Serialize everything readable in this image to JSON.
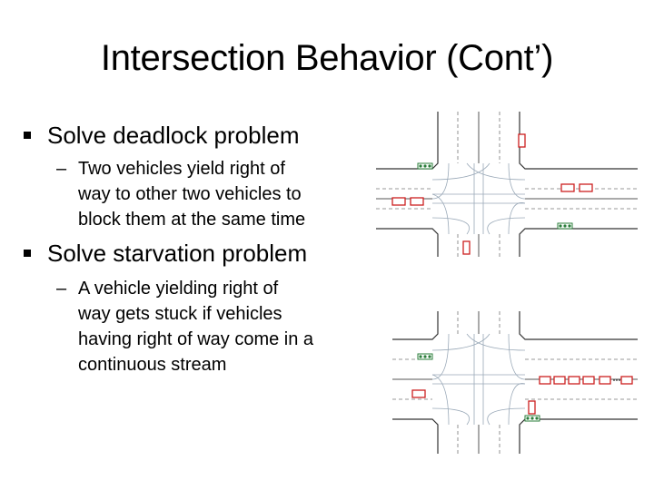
{
  "slide": {
    "title": "Intersection Behavior (Cont’)",
    "bullets": [
      {
        "text": "Solve deadlock problem",
        "sub_lines": [
          "Two vehicles yield right of",
          "way to other two vehicles to",
          "block them at the same time"
        ]
      },
      {
        "text": "Solve starvation problem",
        "sub_lines": [
          "A vehicle yielding right of",
          "way gets stuck if vehicles",
          "having right of way come in a",
          "continuous stream"
        ]
      }
    ],
    "dash": "–"
  },
  "colors": {
    "vehicle": "#cc1f1f",
    "road": "#333333",
    "lane": "#7a7a7a",
    "path": "#9aa9b8"
  }
}
